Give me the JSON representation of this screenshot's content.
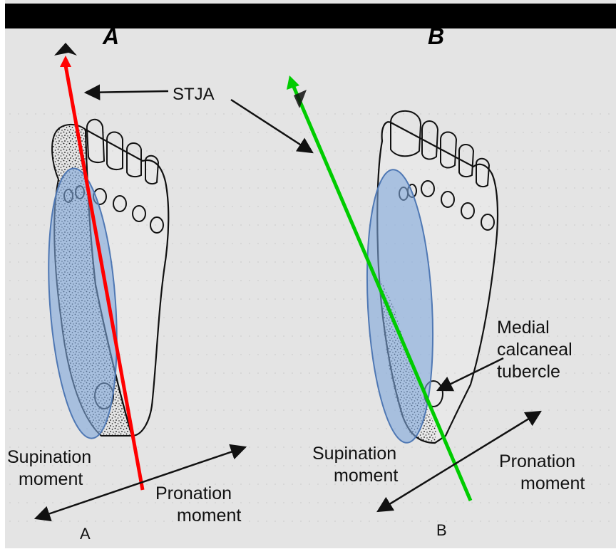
{
  "panels": [
    {
      "id": "A",
      "title": "A",
      "caption": "A",
      "axis_color": "#ff0000"
    },
    {
      "id": "B",
      "title": "B",
      "caption": "B",
      "axis_color": "#00cc00"
    }
  ],
  "labels": {
    "stja": "STJA",
    "supination_line1": "Supination",
    "supination_line2": "moment",
    "pronation_line1": "Pronation",
    "pronation_line2": "moment",
    "medial_line1": "Medial",
    "medial_line2": "calcaneal",
    "medial_line3": "tubercle"
  },
  "colors": {
    "background": "#e4e4e4",
    "ellipse_fill": "#7ea6da",
    "ellipse_stroke": "#4f78b4",
    "top_bar": "#000000"
  }
}
